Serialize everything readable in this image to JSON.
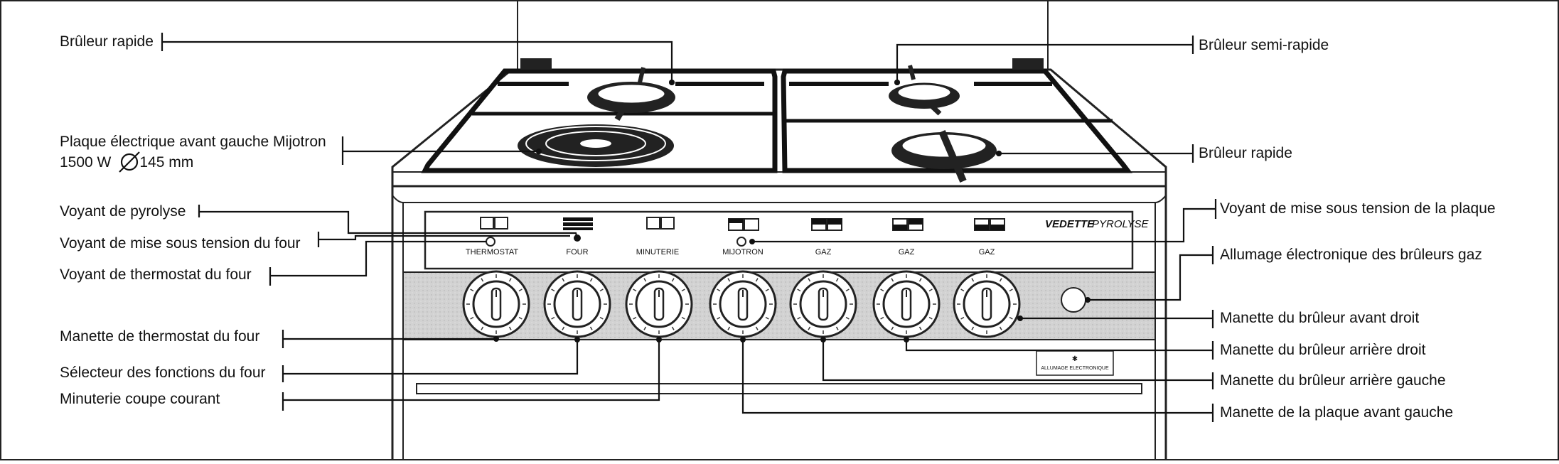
{
  "callouts_left": [
    {
      "id": "bruleur-rapide-left",
      "text": "Brûleur rapide"
    },
    {
      "id": "plaque-electrique",
      "text": "Plaque électrique avant gauche Mijotron",
      "text2": "1500 W",
      "text3": "145 mm"
    },
    {
      "id": "voyant-pyrolyse",
      "text": "Voyant de pyrolyse"
    },
    {
      "id": "voyant-tension-four",
      "text": "Voyant de mise sous tension du four"
    },
    {
      "id": "voyant-thermostat",
      "text": "Voyant de thermostat du four"
    },
    {
      "id": "manette-thermostat",
      "text": "Manette de thermostat du four"
    },
    {
      "id": "selecteur-fonctions",
      "text": "Sélecteur des fonctions du four"
    },
    {
      "id": "minuterie",
      "text": "Minuterie coupe courant"
    }
  ],
  "callouts_right": [
    {
      "id": "bruleur-semi-rapide",
      "text": "Brûleur semi-rapide"
    },
    {
      "id": "bruleur-rapide-right",
      "text": "Brûleur rapide"
    },
    {
      "id": "voyant-tension-plaque",
      "text": "Voyant de mise sous tension de la plaque"
    },
    {
      "id": "allumage-electronique",
      "text": "Allumage électronique des brûleurs  gaz"
    },
    {
      "id": "manette-avant-droit",
      "text": "Manette du brûleur avant droit"
    },
    {
      "id": "manette-arriere-droit",
      "text": "Manette du brûleur arrière droit"
    },
    {
      "id": "manette-arriere-gauche",
      "text": "Manette du brûleur arrière gauche"
    },
    {
      "id": "manette-plaque",
      "text": "Manette de la plaque avant gauche"
    }
  ],
  "panel": {
    "brand": "VEDETTE",
    "model": "PYROLYSE",
    "labels": [
      "THERMOSTAT",
      "FOUR",
      "MINUTERIE",
      "MIJOTRON",
      "GAZ",
      "GAZ",
      "GAZ"
    ],
    "allumage_badge": "ALLUMAGE ELECTRONIQUE"
  }
}
